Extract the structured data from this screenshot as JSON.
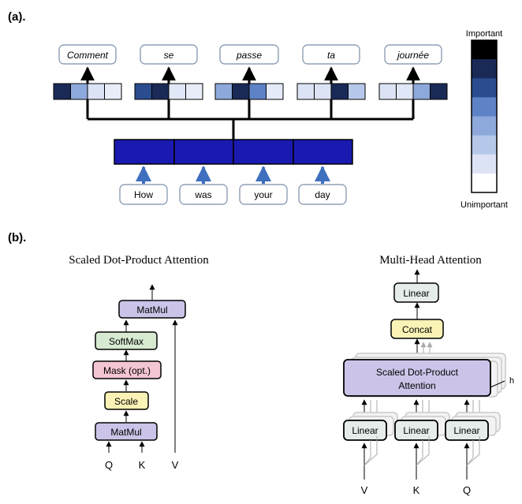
{
  "panel_a": {
    "label": "(a).",
    "output_words": [
      "Comment",
      "se",
      "passe",
      "ta",
      "journée"
    ],
    "input_words": [
      "How",
      "was",
      "your",
      "day"
    ],
    "legend": {
      "top": "Important",
      "bottom": "Unimportant",
      "colors": [
        "#000000",
        "#1a2a57",
        "#2b4d8f",
        "#5e82c6",
        "#8da9dc",
        "#b6c8ea",
        "#dbe3f5",
        "#ffffff"
      ]
    },
    "weights": [
      [
        "#1a2a57",
        "#8da9dc",
        "#dbe3f5",
        "#e8edf8"
      ],
      [
        "#2b4d8f",
        "#1a2a57",
        "#e0e7f6",
        "#e8edf8"
      ],
      [
        "#8da9dc",
        "#1a2a57",
        "#5e82c6",
        "#e4eaf7"
      ],
      [
        "#dbe3f5",
        "#dbe3f5",
        "#1a2a57",
        "#b6c8ea"
      ],
      [
        "#dbe3f5",
        "#e0e7f6",
        "#8da9dc",
        "#1a2a57"
      ]
    ],
    "encoder_color": "#1a1ab0"
  },
  "panel_b": {
    "label": "(b).",
    "sdpa": {
      "title": "Scaled Dot-Product Attention",
      "boxes": [
        "MatMul",
        "SoftMax",
        "Mask (opt.)",
        "Scale",
        "MatMul"
      ],
      "inputs": [
        "Q",
        "K",
        "V"
      ]
    },
    "mha": {
      "title": "Multi-Head Attention",
      "linear_top": "Linear",
      "concat": "Concat",
      "attention_line1": "Scaled Dot-Product",
      "attention_line2": "Attention",
      "h_label": "h",
      "linear_label": "Linear",
      "inputs": [
        "V",
        "K",
        "Q"
      ]
    }
  }
}
